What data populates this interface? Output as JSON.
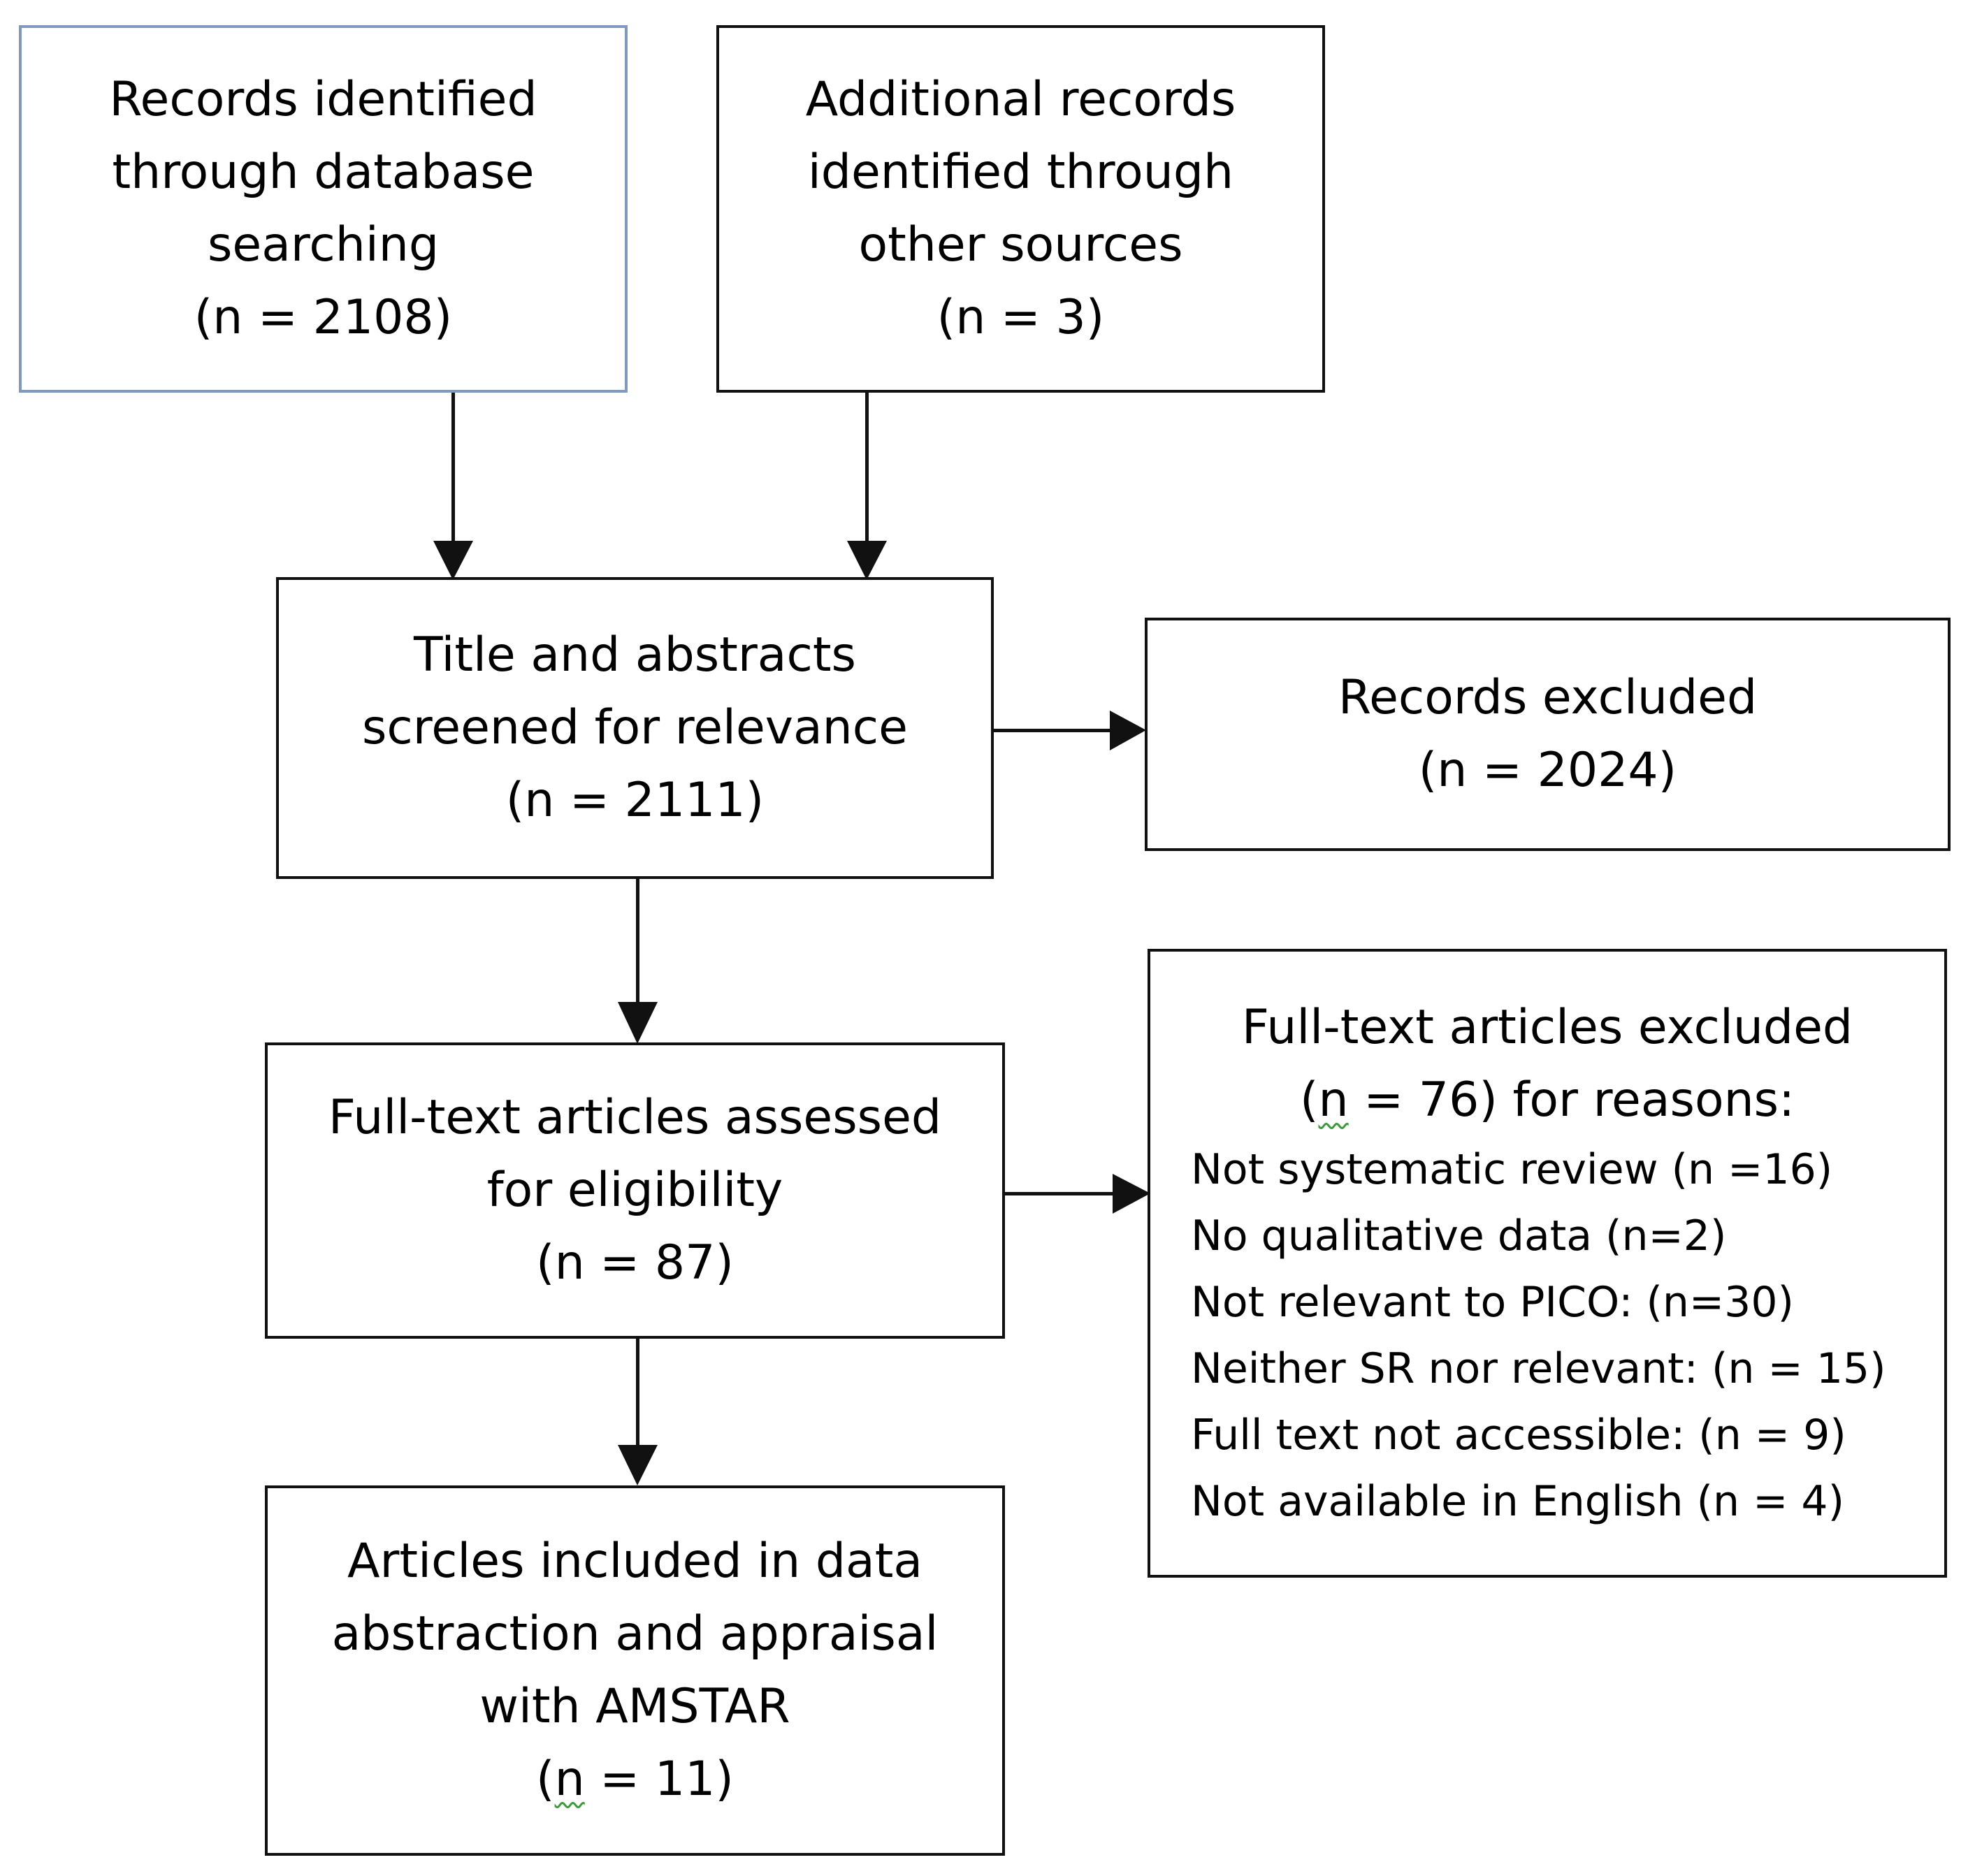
{
  "flow": {
    "database_records": {
      "lines": [
        "Records identified",
        "through database",
        "searching"
      ],
      "count": "(n = 2108)"
    },
    "other_records": {
      "lines": [
        "Additional records",
        "identified through",
        "other sources"
      ],
      "count": "(n = 3)"
    },
    "screening": {
      "lines": [
        "Title and abstracts",
        "screened for relevance"
      ],
      "count": "(n = 2111)"
    },
    "records_excluded": {
      "lines": [
        "Records excluded"
      ],
      "count": "(n = 2024)"
    },
    "full_text_assessed": {
      "lines": [
        "Full-text articles assessed",
        "for eligibility"
      ],
      "count": "(n = 87)"
    },
    "full_text_excluded": {
      "title": "Full-text articles excluded",
      "count_open": "(",
      "count_n": "n",
      "count_rest": " = 76) for reasons:",
      "reasons": [
        "Not systematic review (n =16)",
        "No qualitative data (n=2)",
        "Not relevant to PICO: (n=30)",
        "Neither SR nor relevant: (n = 15)",
        "Full text not accessible: (n = 9)",
        "Not available in English (n = 4)"
      ]
    },
    "included": {
      "lines": [
        "Articles included in data",
        "abstraction and appraisal",
        "with AMSTAR"
      ],
      "count_open": "(",
      "count_n": "n",
      "count_rest": " = 11)"
    }
  },
  "colors": {
    "box_border": "#111111",
    "database_box_border": "#7f98c4",
    "arrow": "#111111",
    "spellcheck_underline": "#3a9a3a"
  }
}
